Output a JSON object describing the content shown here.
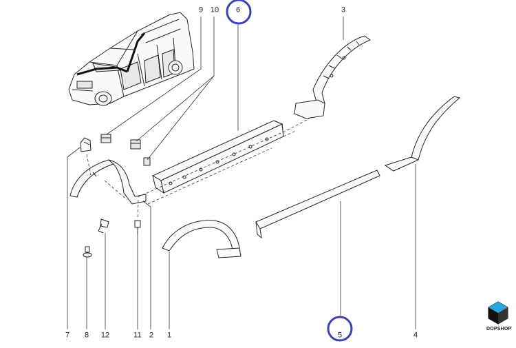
{
  "diagram": {
    "callouts": {
      "c1": "1",
      "c2": "2",
      "c3": "3",
      "c4": "4",
      "c5": "5",
      "c6": "6",
      "c7": "7",
      "c8": "8",
      "c9": "9",
      "c10": "10",
      "c11": "11",
      "c12": "12"
    },
    "highlighted": [
      "6",
      "5"
    ],
    "highlight_color": "#3b3fb0"
  },
  "logo": {
    "text": "DOPSHOP",
    "icon": "dopshop-logo-icon"
  }
}
